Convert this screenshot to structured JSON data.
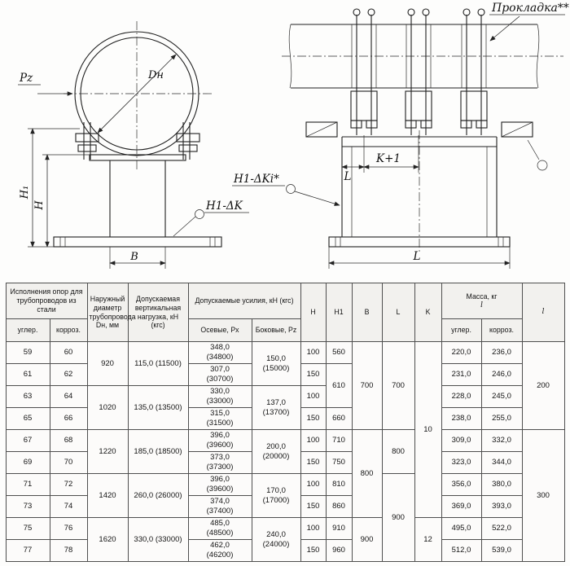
{
  "drawing": {
    "left_view": {
      "labels": {
        "pz": "Pz",
        "dn": "Dн",
        "h1": "H₁",
        "h": "H",
        "b": "B",
        "h1_dk": "H1-ΔK"
      }
    },
    "right_view": {
      "labels": {
        "gasket": "Прокладка**",
        "h1_dki": "H1-ΔKi*",
        "l_top": "L",
        "k_plus_1": "K+1",
        "l_bottom": "L"
      }
    }
  },
  "table": {
    "headers": {
      "group_execution": "Исполнения опор для трубопроводов из стали",
      "execution_sub": [
        "углер.",
        "корроз."
      ],
      "dn": "Наружный диаметр трубопровода Dн, мм",
      "vertical_load": "Допускаемая вертикальная нагрузка, кН (кгс)",
      "forces": "Допускаемые усилия, кН (кгс)",
      "forces_sub": [
        "Осевые, Рх",
        "Боковые, Pz"
      ],
      "h": "H",
      "h1": "H1",
      "b": "B",
      "l": "L",
      "k": "K",
      "mass": "Масса, кг",
      "mass_note": "l",
      "mass_sub": [
        "углер.",
        "корроз."
      ],
      "i": "l"
    },
    "rows": [
      {
        "eu": "59",
        "ek": "60",
        "dn": "920",
        "load": "115,0 (11500)",
        "px": "348,0",
        "pxk": "(34800)",
        "pz": "150,0",
        "pzk": "(15000)",
        "h": "100",
        "h1": "560",
        "b": "700",
        "l": "700",
        "k": "10",
        "mu": "220,0",
        "mk": "236,0",
        "i": "200"
      },
      {
        "eu": "61",
        "ek": "62",
        "px": "307,0",
        "pxk": "(30700)",
        "h": "150",
        "h1": "610",
        "mu": "231,0",
        "mk": "246,0"
      },
      {
        "eu": "63",
        "ek": "64",
        "dn": "1020",
        "load": "135,0 (13500)",
        "px": "330,0",
        "pxk": "(33000)",
        "pz": "137,0",
        "pzk": "(13700)",
        "h": "100",
        "mu": "228,0",
        "mk": "245,0"
      },
      {
        "eu": "65",
        "ek": "66",
        "px": "315,0",
        "pxk": "(31500)",
        "h": "150",
        "h1": "660",
        "mu": "238,0",
        "mk": "255,0"
      },
      {
        "eu": "67",
        "ek": "68",
        "dn": "1220",
        "load": "185,0 (18500)",
        "px": "396,0",
        "pxk": "(39600)",
        "pz": "200,0",
        "pzk": "(20000)",
        "h": "100",
        "h1": "710",
        "b": "800",
        "l": "800",
        "mu": "309,0",
        "mk": "332,0",
        "i": "300"
      },
      {
        "eu": "69",
        "ek": "70",
        "px": "373,0",
        "pxk": "(37300)",
        "h": "150",
        "h1": "750",
        "mu": "323,0",
        "mk": "344,0"
      },
      {
        "eu": "71",
        "ek": "72",
        "dn": "1420",
        "load": "260,0 (26000)",
        "px": "396,0",
        "pxk": "(39600)",
        "pz": "170,0",
        "pzk": "(17000)",
        "h": "100",
        "h1": "810",
        "l": "900",
        "mu": "356,0",
        "mk": "380,0"
      },
      {
        "eu": "73",
        "ek": "74",
        "px": "374,0",
        "pxk": "(37400)",
        "h": "150",
        "h1": "860",
        "mu": "369,0",
        "mk": "393,0"
      },
      {
        "eu": "75",
        "ek": "76",
        "dn": "1620",
        "load": "330,0 (33000)",
        "px": "485,0",
        "pxk": "(48500)",
        "pz": "240,0",
        "pzk": "(24000)",
        "h": "100",
        "h1": "910",
        "b": "900",
        "k": "12",
        "mu": "495,0",
        "mk": "522,0"
      },
      {
        "eu": "77",
        "ek": "78",
        "px": "462,0",
        "pxk": "(46200)",
        "h": "150",
        "h1": "960",
        "mu": "512,0",
        "mk": "539,0"
      }
    ]
  }
}
